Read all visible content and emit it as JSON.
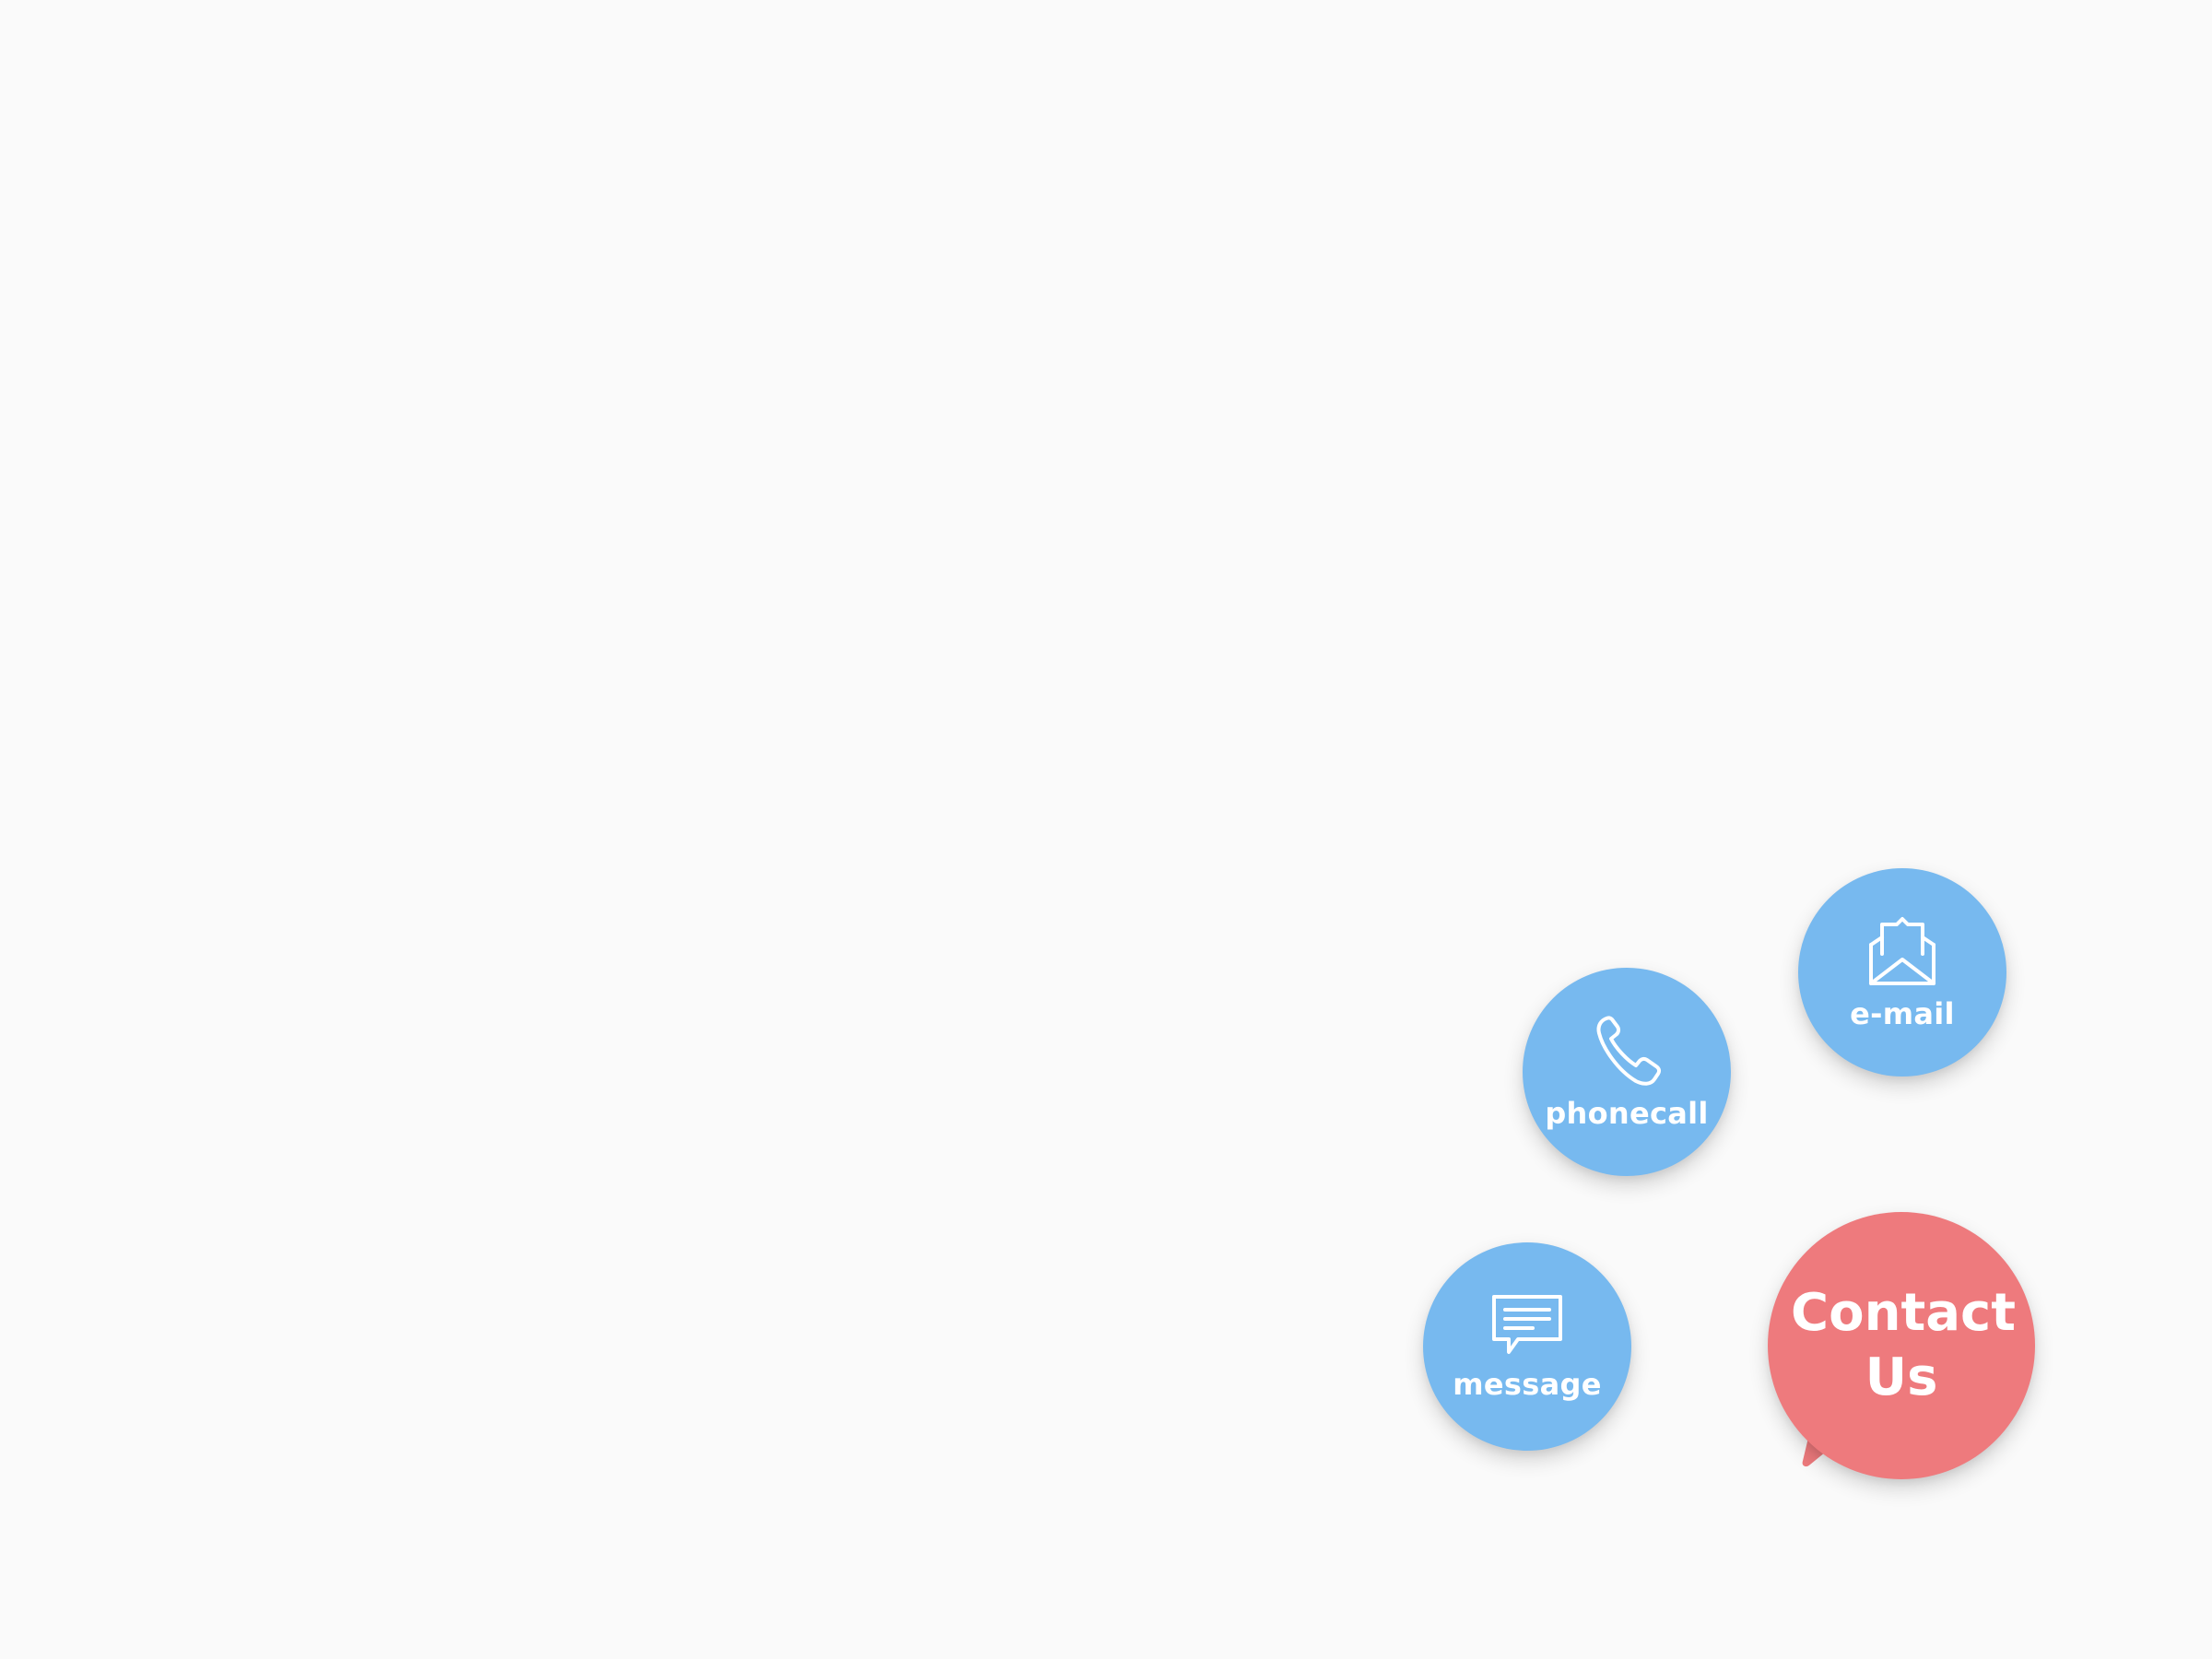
{
  "contact_menu": {
    "main_button": {
      "label": "Contact Us",
      "color": "#ee7a7d"
    },
    "actions": [
      {
        "id": "email",
        "label": "e-mail",
        "icon": "envelope-open-icon",
        "color": "#77b9ef"
      },
      {
        "id": "phonecall",
        "label": "phonecall",
        "icon": "phone-icon",
        "color": "#77b9ef"
      },
      {
        "id": "message",
        "label": "message",
        "icon": "chat-bubble-icon",
        "color": "#77b9ef"
      }
    ]
  },
  "colors": {
    "background": "#fafafa",
    "action_button": "#77b9ef",
    "main_button": "#ee7a7d",
    "foreground": "#ffffff"
  }
}
